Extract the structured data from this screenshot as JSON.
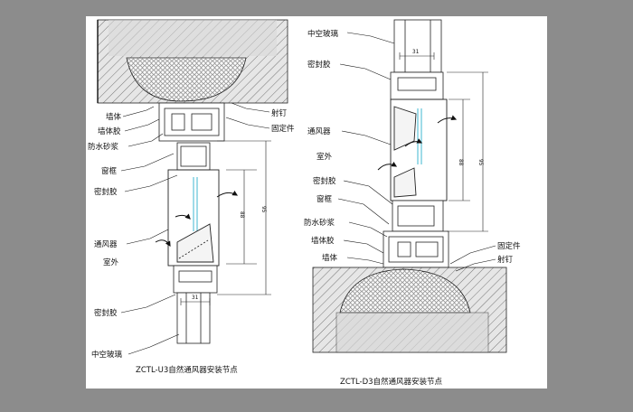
{
  "left_detail": {
    "caption": "ZCTL-U3自然通风器安装节点",
    "labels": {
      "wall": "墙体",
      "wall_glue": "墙体胶",
      "mortar": "防水砂浆",
      "frame": "窗框",
      "sealant_upper": "密封胶",
      "ventilator": "通风器",
      "outdoor": "室外",
      "sealant_lower": "密封胶",
      "glass": "中空玻璃",
      "nail": "射钉",
      "fixing": "固定件"
    },
    "dims": {
      "width": "31",
      "inner_height": "88",
      "outer_height": "95"
    }
  },
  "right_detail": {
    "caption": "ZCTL-D3自然通风器安装节点",
    "labels": {
      "glass": "中空玻璃",
      "sealant_top": "密封胶",
      "ventilator": "通风器",
      "outdoor": "室外",
      "sealant_mid": "密封胶",
      "frame": "窗框",
      "mortar": "防水砂浆",
      "wall_glue": "墙体胶",
      "wall": "墙体",
      "fixing": "固定件",
      "nail": "射钉"
    },
    "dims": {
      "width": "31",
      "inner_height": "88",
      "outer_height": "95"
    }
  }
}
